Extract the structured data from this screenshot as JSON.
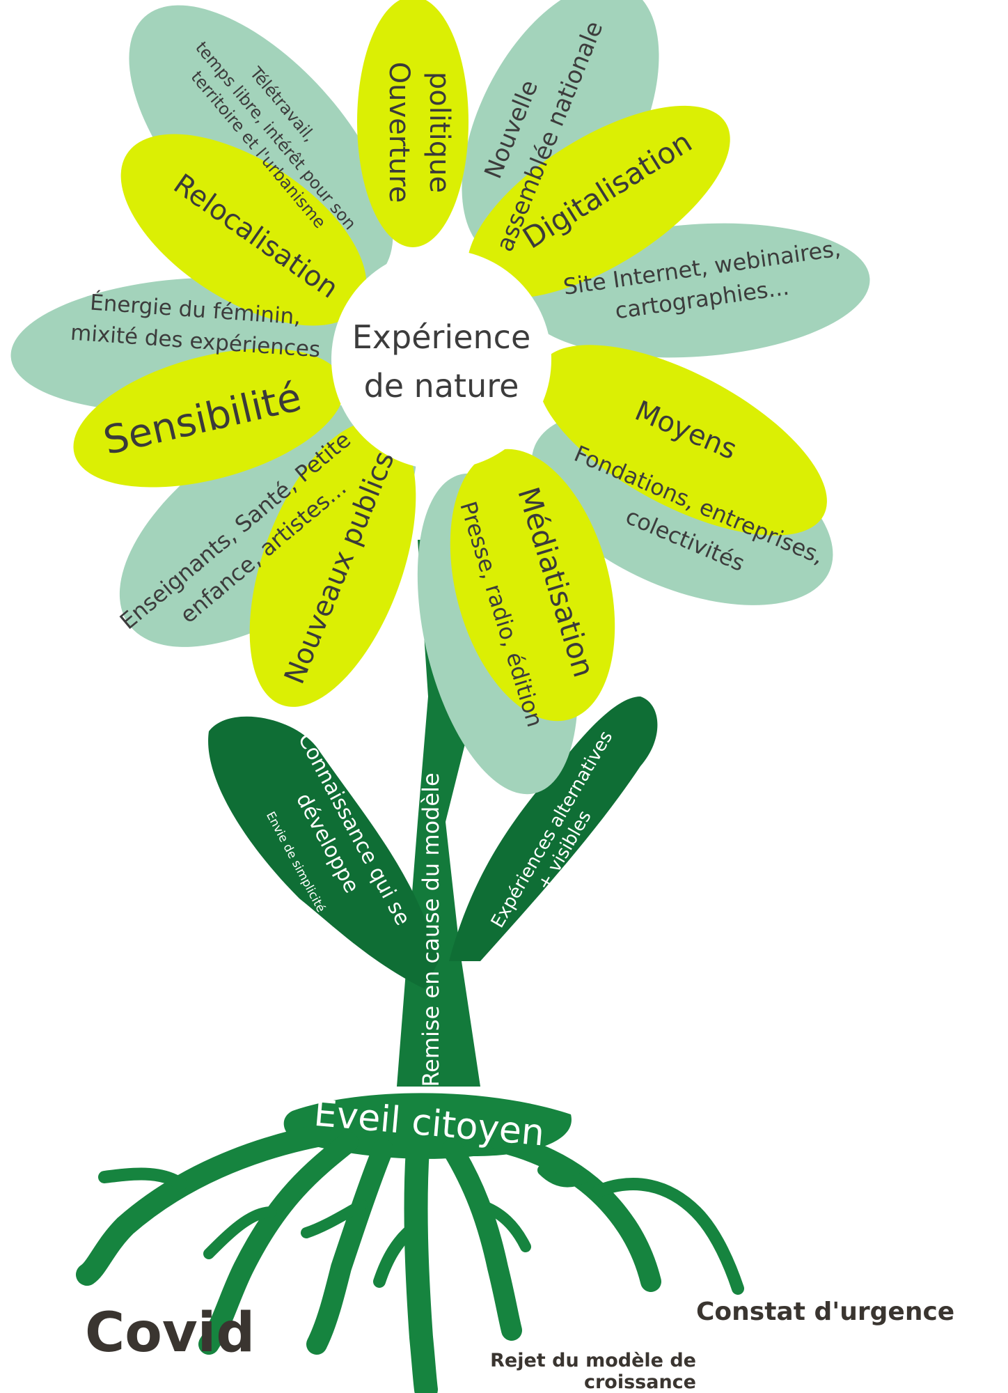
{
  "colors": {
    "petal_green": "#a3d3bb",
    "petal_yellow": "#dbef04",
    "stem_green": "#137a3b",
    "leaf_green": "#0f6e35",
    "root_green": "#16843f",
    "text_dark": "#3c3c3c",
    "bottom_text": "#3a3530"
  },
  "center": {
    "line1": "Expérience",
    "line2": "de nature"
  },
  "petals": {
    "ouverture": {
      "line1": "Ouverture",
      "line2": "politique"
    },
    "nouvelle": {
      "line1": "Nouvelle",
      "line2": "assemblée nationale"
    },
    "digitalisation": {
      "label": "Digitalisation"
    },
    "site": {
      "line1": "Site Internet, webinaires,",
      "line2": "cartographies..."
    },
    "moyens": {
      "label": "Moyens"
    },
    "fondations": {
      "line1": "Fondations, entreprises,",
      "line2": "colectivités"
    },
    "mediatisation": {
      "label": "Médiatisation"
    },
    "presse": {
      "label": "Presse, radio, édition"
    },
    "nouveaux_publics": {
      "label": "Nouveaux publics"
    },
    "enseignants": {
      "line1": "Enseignants, Santé, Petite",
      "line2": "enfance, artistes..."
    },
    "sensibilite": {
      "label": "Sensibilité"
    },
    "energie": {
      "line1": "Énergie du féminin,",
      "line2": "mixité des expériences"
    },
    "relocalisation": {
      "label": "Relocalisation"
    },
    "teletravail": {
      "line1": "Télétravail,",
      "line2": "temps libre, intérêt pour son",
      "line3": "territoire et l'urbanisme"
    }
  },
  "stem": {
    "main": "Remise en cause du modèle",
    "left_leaf_line1": "Connaissance qui se",
    "left_leaf_line2": "développe",
    "left_leaf_small": "Envie de simplicité",
    "right_leaf_line1": "Expériences alternatives",
    "right_leaf_line2": "+ visibles"
  },
  "roots": {
    "label": "Eveil citoyen"
  },
  "bottom": {
    "covid": "Covid",
    "constat": "Constat d'urgence",
    "rejet_line1": "Rejet du modèle de",
    "rejet_line2": "croissance"
  }
}
